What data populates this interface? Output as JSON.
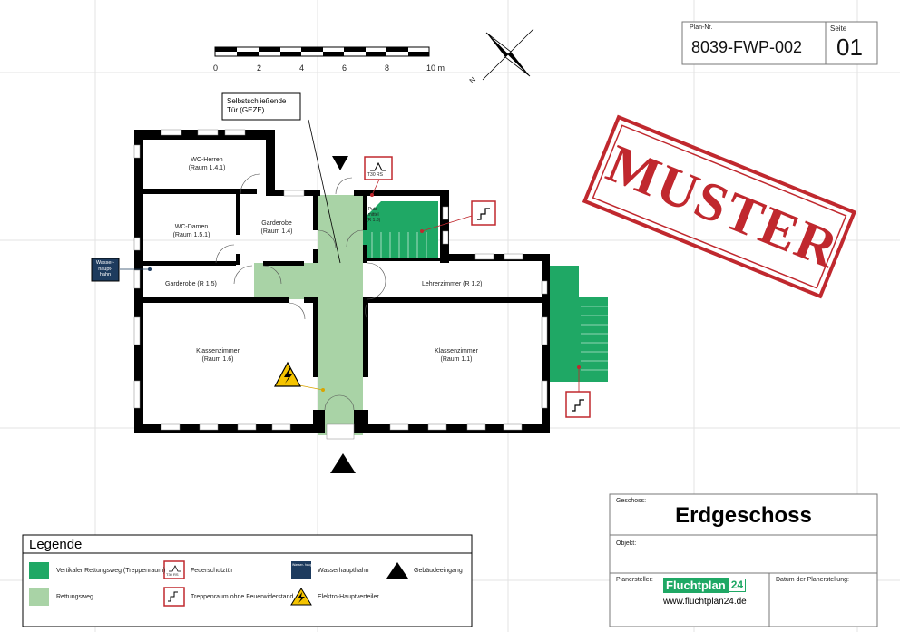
{
  "plan_box": {
    "nr_label": "Plan-Nr.",
    "nr_value": "8039-FWP-002",
    "page_label": "Seite",
    "page_value": "01"
  },
  "scale": {
    "ticks": [
      "0",
      "2",
      "4",
      "6",
      "8",
      "10 m"
    ]
  },
  "north_label": "N",
  "stamp": "MUSTER",
  "callout": "Selbstschließende\nTür (GEZE)",
  "rooms": {
    "wc_herren": "WC-Herren\n(Raum 1.4.1)",
    "wc_damen": "WC-Damen\n(Raum 1.5.1)",
    "garderobe_14": "Garderobe\n(Raum 1.4)",
    "putz": "Putz-\nmittel\n(R 1.3)",
    "garderobe_15": "Garderobe (R 1.5)",
    "lehrer": "Lehrerzimmer (R 1.2)",
    "klasse_16": "Klassenzimmer\n(Raum 1.6)",
    "klasse_11": "Klassenzimmer\n(Raum 1.1)"
  },
  "symbols": {
    "t30": "T30 RS",
    "water": "Wasser-\nhaupt-\nhahn"
  },
  "legend": {
    "title": "Legende",
    "items": [
      "Vertikaler Rettungsweg (Treppenraum)",
      "Rettungsweg",
      "Feuerschutztür",
      "Treppenraum ohne Feuerwiderstand",
      "Wasserhaupthahn",
      "Elektro-Hauptverteiler",
      "Gebäudeeingang"
    ]
  },
  "title_block": {
    "geschoss_label": "Geschoss:",
    "geschoss_value": "Erdgeschoss",
    "objekt_label": "Objekt:",
    "planersteller_label": "Planersteller:",
    "logo_text": "Fluchtplan",
    "logo_num": "24",
    "website": "www.fluchtplan24.de",
    "datum_label": "Datum der Planerstellung:"
  },
  "colors": {
    "vertical_escape": "#1fa865",
    "escape_route": "#a9d3a6",
    "wall": "#000000",
    "stamp": "#c0282e",
    "water_blue": "#1d3b5e"
  }
}
